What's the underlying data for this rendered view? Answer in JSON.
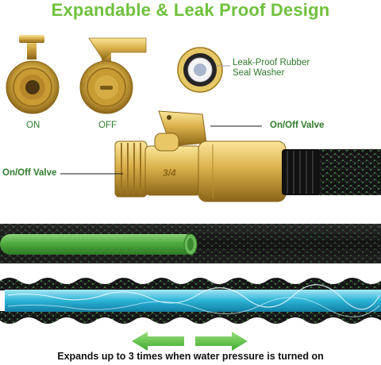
{
  "title": "Expandable & Leak Proof Design",
  "labels": {
    "on": "ON",
    "off": "OFF",
    "washer_line1": "Leak-Proof Rubber",
    "washer_line2": "Seal Washer",
    "valve_right": "On/Off Valve",
    "valve_left": "On/Off Valve",
    "engraving": "3/4"
  },
  "footer": "Expands up to 3 times when water pressure is turned on",
  "colors": {
    "title_green": "#6fc13c",
    "label_green": "#2e7a2a",
    "brass": "#d8b24a",
    "hose_black": "#1a1a1a",
    "hose_green": "#3fae49",
    "water_blue": "#2fb7d6"
  }
}
